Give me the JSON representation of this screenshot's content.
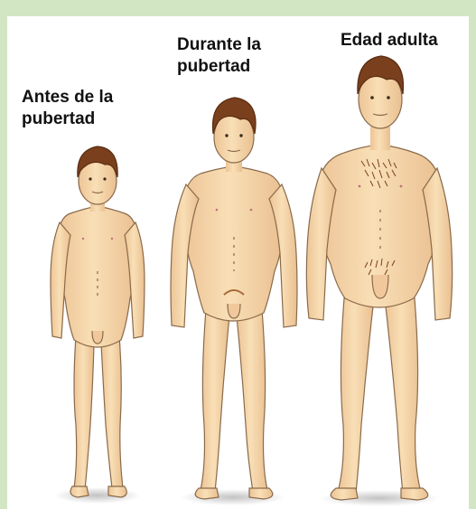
{
  "labels": {
    "before": "Antes de la\npubertad",
    "during": "Durante la\npubertad",
    "adult": "Edad adulta"
  },
  "colors": {
    "background": "#d3e6c4",
    "panel": "#ffffff",
    "skin": "#f6d6aa",
    "outline": "#8a6a4a",
    "hair": "#7a3f1c"
  }
}
